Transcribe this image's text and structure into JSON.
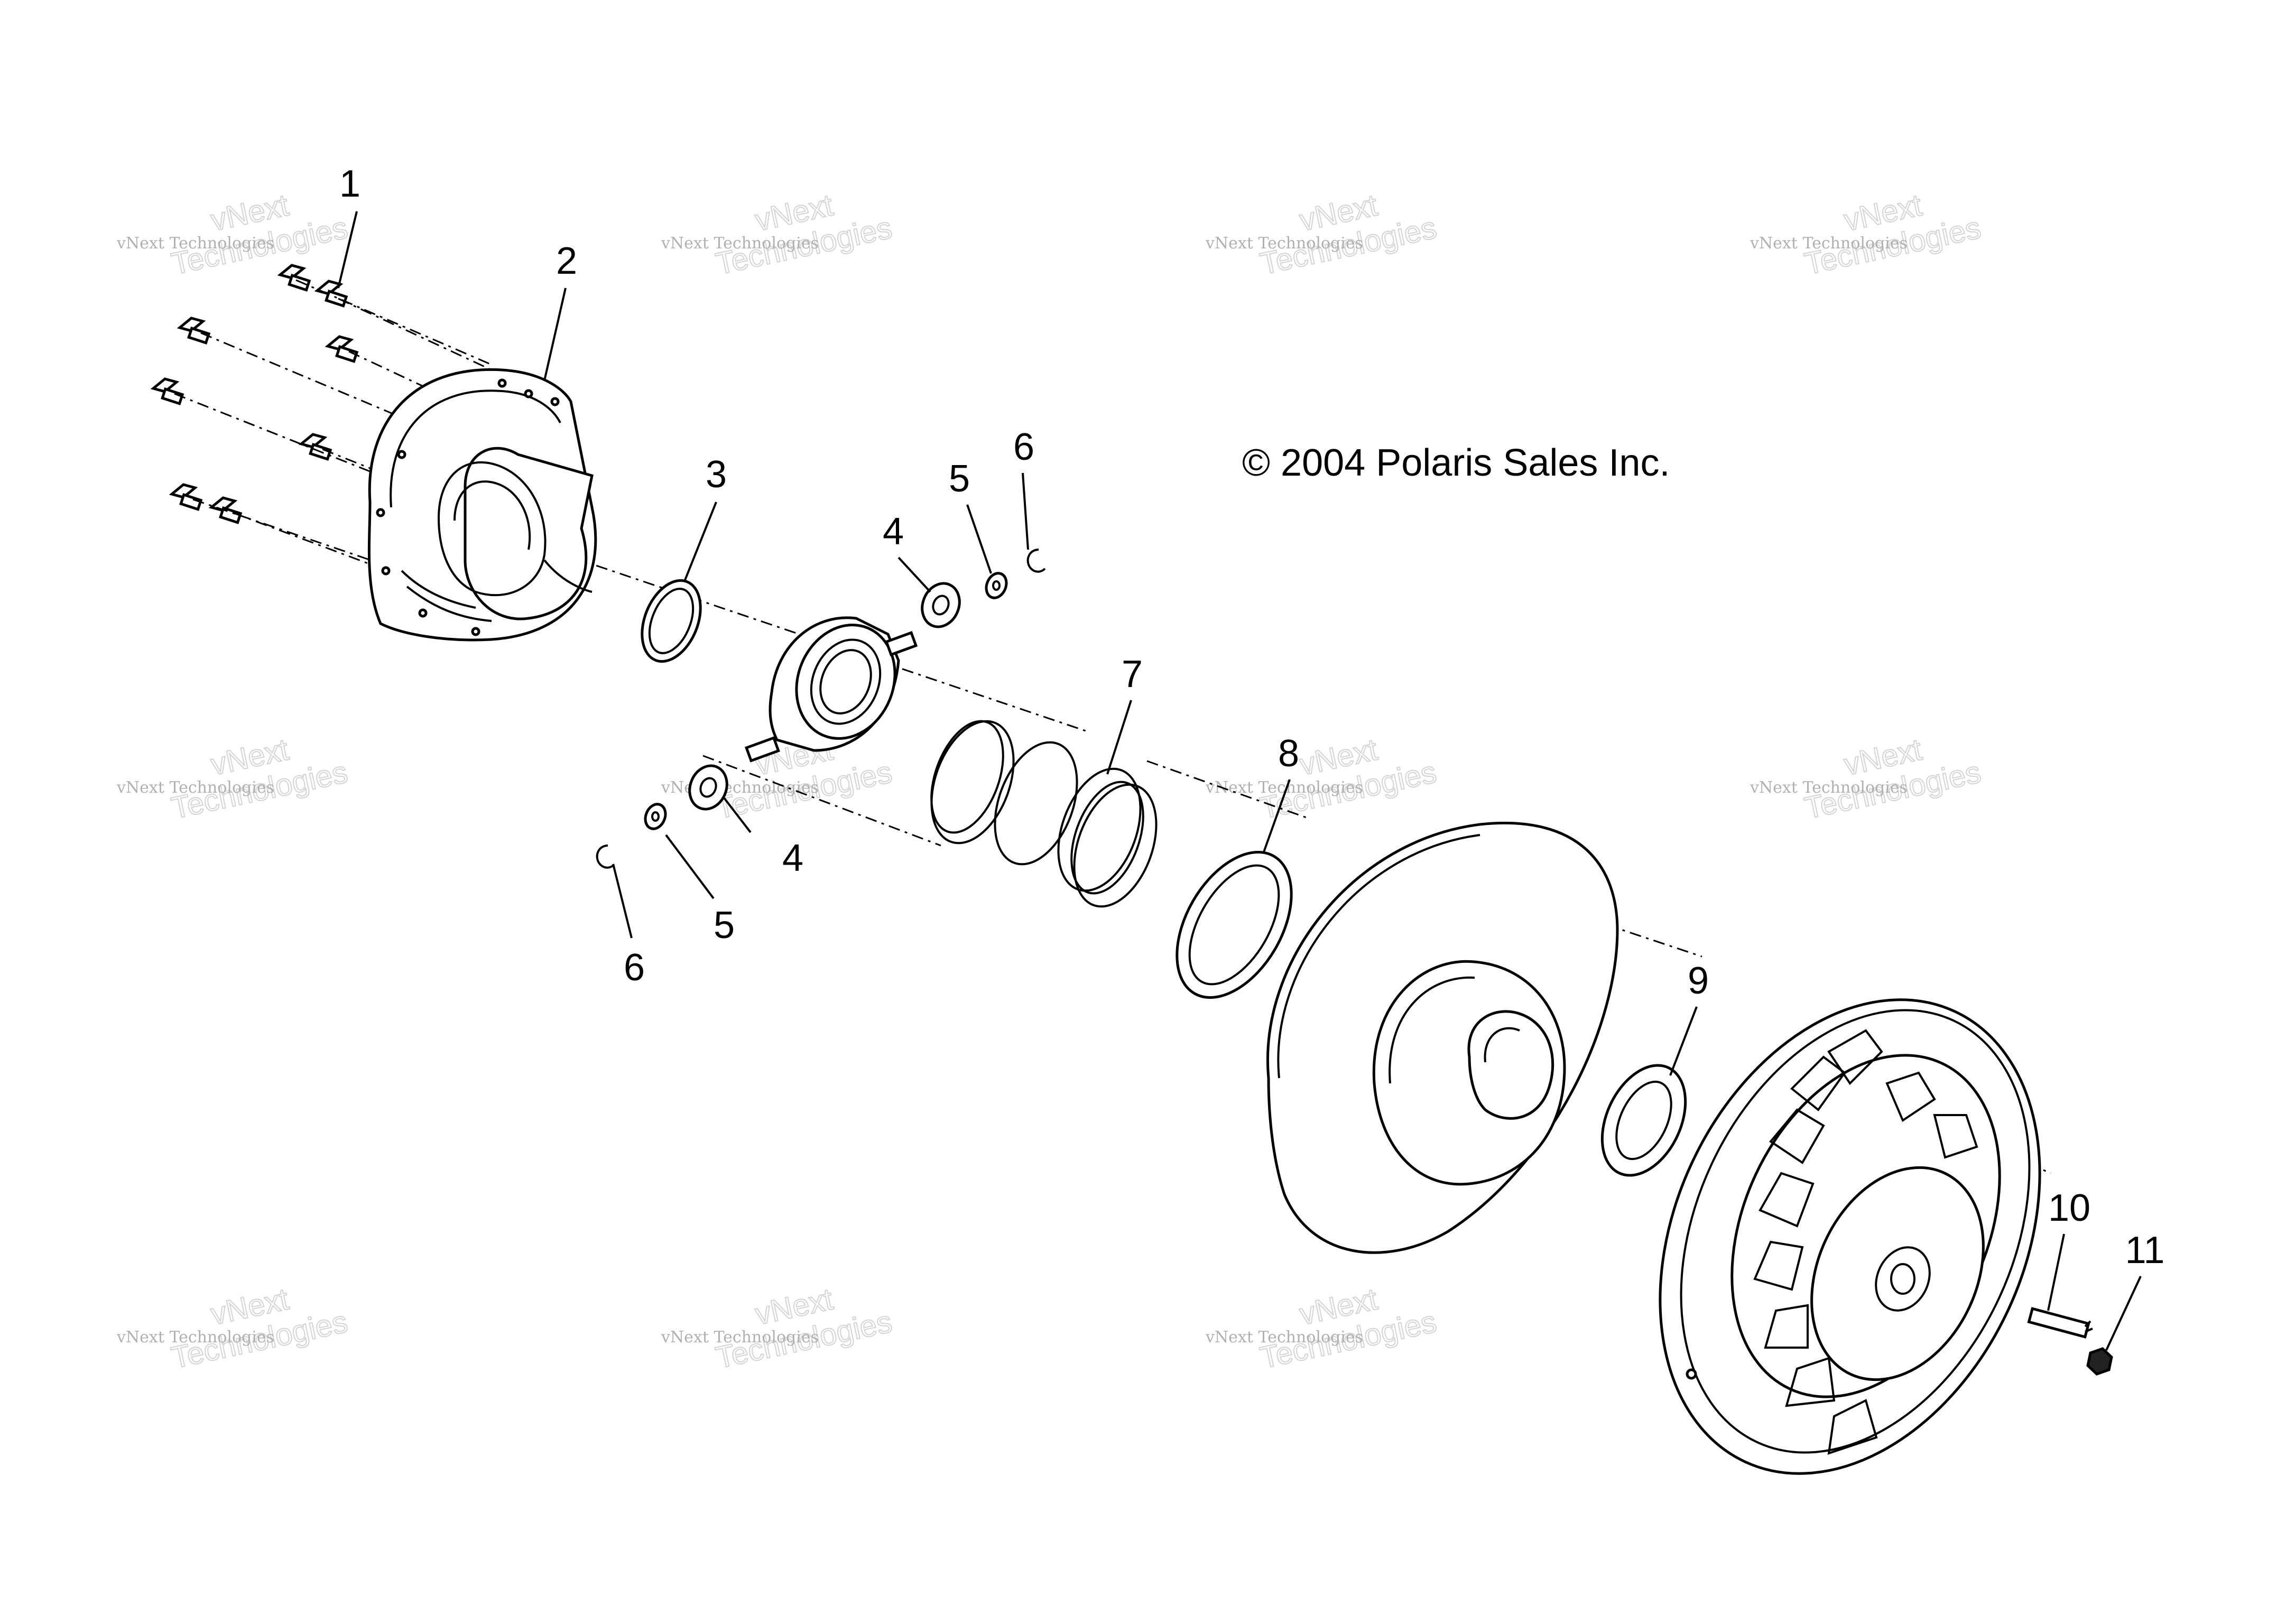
{
  "copyright": "© 2004 Polaris Sales Inc.",
  "callouts": [
    "1",
    "2",
    "3",
    "4",
    "5",
    "6",
    "4",
    "5",
    "6",
    "7",
    "8",
    "9",
    "10",
    "11"
  ],
  "watermark": {
    "line1": "vNext Technologies",
    "line2": "vNext",
    "line3": "Technologies"
  }
}
